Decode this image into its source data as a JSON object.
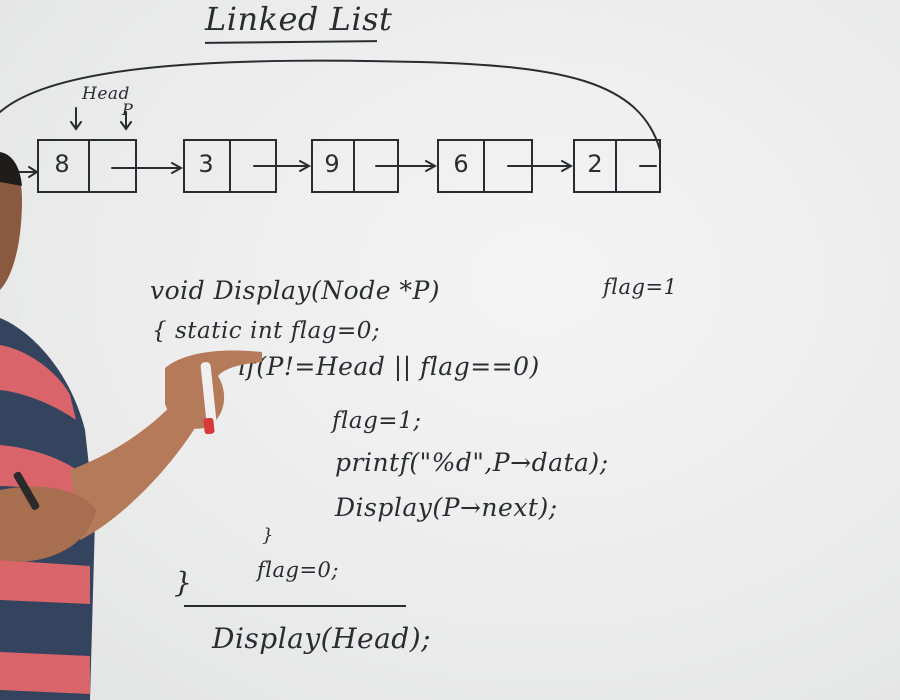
{
  "title": "Linked List",
  "labels": {
    "head": "Head",
    "p": "P"
  },
  "nodes": [
    {
      "value": "8"
    },
    {
      "value": "3"
    },
    {
      "value": "9"
    },
    {
      "value": "6"
    },
    {
      "value": "2"
    }
  ],
  "side_note": "flag=1",
  "code": {
    "line1": "void Display(Node *P)",
    "line2": "{ static int flag=0;",
    "line3": "if(P!=Head || flag==0)",
    "line4": "flag=1;",
    "line5": "printf(\"%d\",P→data);",
    "line6": "Display(P→next);",
    "line7": "}",
    "line8": "flag=0;",
    "line9": "}",
    "call": "Display(Head);"
  },
  "colors": {
    "board": "#ececec",
    "ink": "#2b2c30",
    "shirt_red": "#d9646a",
    "shirt_navy": "#34435e",
    "skin": "#b57a5a",
    "marker_red": "#d83a3a"
  }
}
